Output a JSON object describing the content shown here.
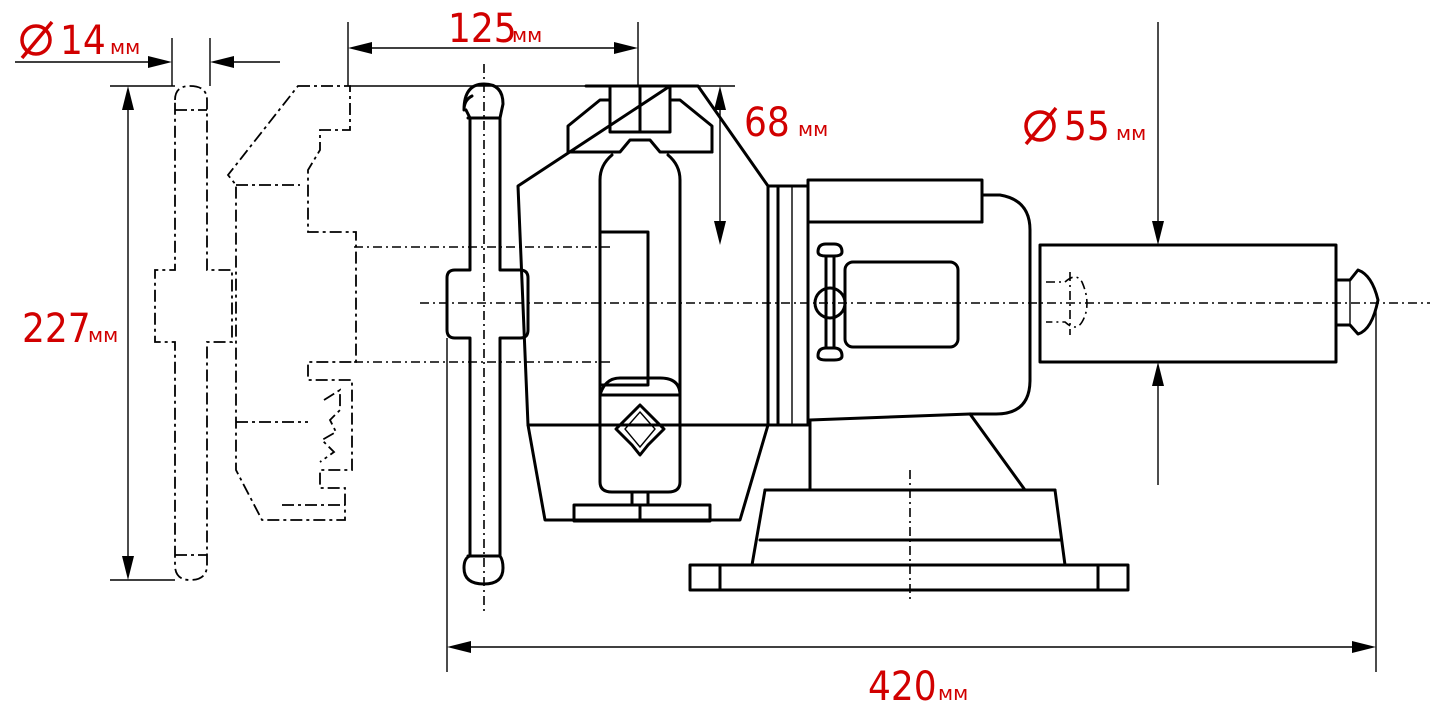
{
  "dimensions": {
    "rod_diameter": {
      "value": "14",
      "unit": "мм"
    },
    "jaw_width": {
      "value": "125",
      "unit": "мм"
    },
    "jaw_opening": {
      "value": "68",
      "unit": "мм"
    },
    "pipe_diameter": {
      "value": "55",
      "unit": "мм"
    },
    "height": {
      "value": "227",
      "unit": "мм"
    },
    "length": {
      "value": "420",
      "unit": "мм"
    }
  },
  "colors": {
    "dimension_text": "#d10000",
    "line": "#000000"
  },
  "icons": {
    "diameter_symbol": "diameter-icon"
  }
}
